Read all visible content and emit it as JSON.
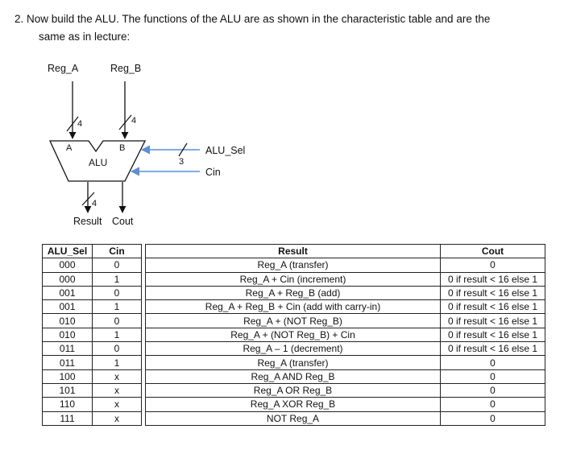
{
  "question": {
    "line1": "2.   Now build the ALU. The functions of the ALU are as shown in the characteristic table and are the",
    "line2": "same as in lecture:"
  },
  "diagram": {
    "reg_a": "Reg_A",
    "reg_b": "Reg_B",
    "width_a": "4",
    "width_b": "4",
    "port_a": "A",
    "port_b": "B",
    "alu": "ALU",
    "width_sel": "3",
    "alu_sel": "ALU_Sel",
    "cin": "Cin",
    "width_result": "4",
    "result": "Result",
    "cout": "Cout"
  },
  "table": {
    "headers": [
      "ALU_Sel",
      "Cin",
      "Result",
      "Cout"
    ],
    "rows": [
      [
        "000",
        "0",
        "Reg_A (transfer)",
        "0"
      ],
      [
        "000",
        "1",
        "Reg_A + Cin (increment)",
        "0 if result < 16 else 1"
      ],
      [
        "001",
        "0",
        "Reg_A + Reg_B (add)",
        "0 if result < 16 else 1"
      ],
      [
        "001",
        "1",
        "Reg_A + Reg_B + Cin (add with carry-in)",
        "0 if result < 16 else 1"
      ],
      [
        "010",
        "0",
        "Reg_A + (NOT Reg_B)",
        "0 if result < 16 else 1"
      ],
      [
        "010",
        "1",
        "Reg_A + (NOT Reg_B) + Cin",
        "0 if result < 16 else 1"
      ],
      [
        "011",
        "0",
        "Reg_A – 1 (decrement)",
        "0 if result < 16 else 1"
      ],
      [
        "011",
        "1",
        "Reg_A (transfer)",
        "0"
      ],
      [
        "100",
        "x",
        "Reg_A AND Reg_B",
        "0"
      ],
      [
        "101",
        "x",
        "Reg_A OR Reg_B",
        "0"
      ],
      [
        "110",
        "x",
        "Reg_A XOR Reg_B",
        "0"
      ],
      [
        "111",
        "x",
        "NOT Reg_A",
        "0"
      ]
    ]
  }
}
